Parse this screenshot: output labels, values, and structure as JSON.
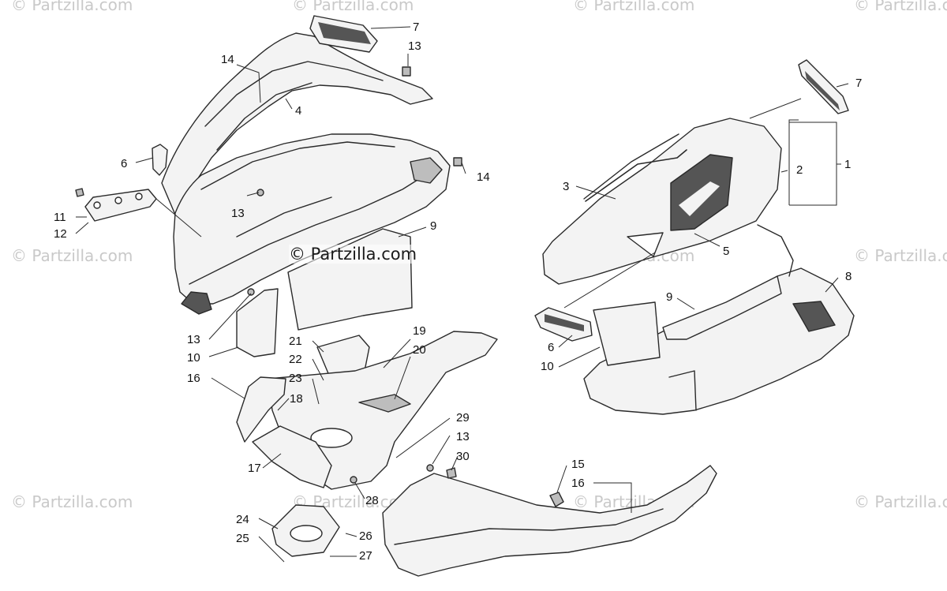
{
  "watermark": {
    "text": "© Partzilla.com",
    "center_text": "© Partzilla.com"
  },
  "callouts": {
    "c7a": "7",
    "c13a": "13",
    "c14a": "14",
    "c4": "4",
    "c6a": "6",
    "c11": "11",
    "c12": "12",
    "c13b": "13",
    "c14b": "14",
    "c9a": "9",
    "c13c": "13",
    "c10a": "10",
    "c19": "19",
    "c20": "20",
    "c21": "21",
    "c22": "22",
    "c23": "23",
    "c16a": "16",
    "c18": "18",
    "c17": "17",
    "c29": "29",
    "c13d": "13",
    "c30": "30",
    "c28": "28",
    "c24": "24",
    "c25": "25",
    "c26": "26",
    "c27": "27",
    "c15": "15",
    "c16b": "16",
    "c7b": "7",
    "c1": "1",
    "c2": "2",
    "c3": "3",
    "c5": "5",
    "c8": "8",
    "c9b": "9",
    "c6b": "6",
    "c10b": "10"
  },
  "colors": {
    "line": "#2a2a2a",
    "fill": "#f3f3f3",
    "shade": "#bdbdbd",
    "dark": "#555555",
    "watermark": "#c9c9c9"
  }
}
